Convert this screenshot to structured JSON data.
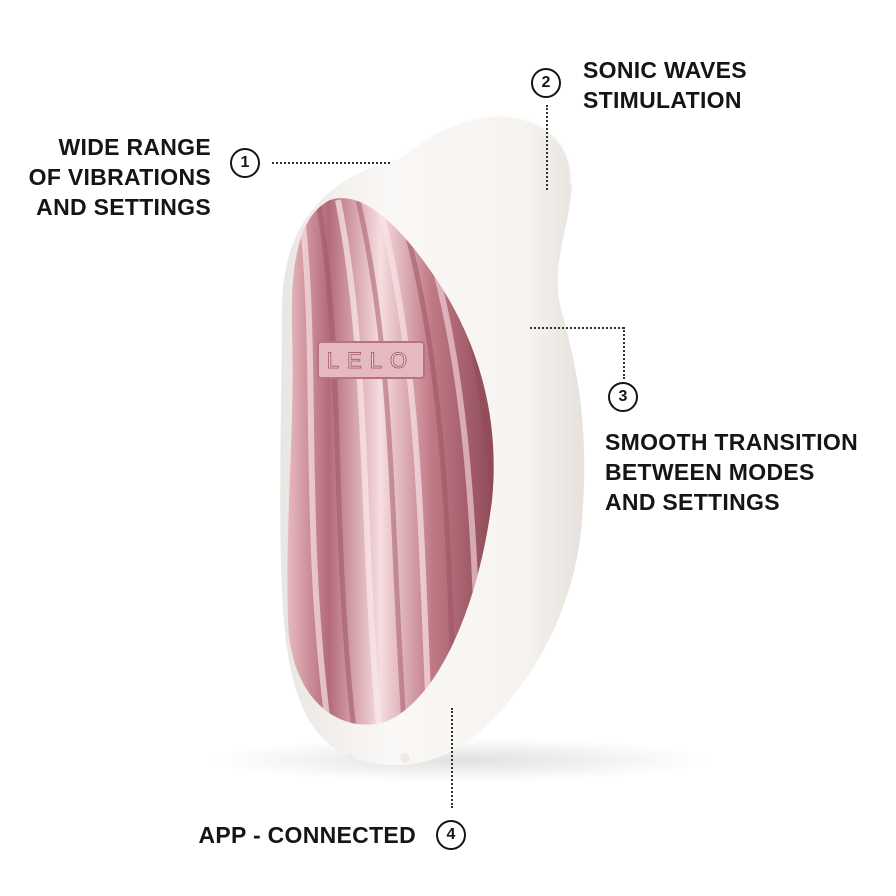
{
  "callouts": [
    {
      "number": "1",
      "text": "WIDE RANGE\nOF VIBRATIONS\nAND SETTINGS"
    },
    {
      "number": "2",
      "text": "SONIC WAVES\nSTIMULATION"
    },
    {
      "number": "3",
      "text": "SMOOTH TRANSITION\nBETWEEN MODES\nAND SETTINGS"
    },
    {
      "number": "4",
      "text": "APP - CONNECTED"
    }
  ],
  "product": {
    "brand_logo": "LELO",
    "body_color": "#f7f5f3",
    "panel_color": "#c9808c"
  }
}
